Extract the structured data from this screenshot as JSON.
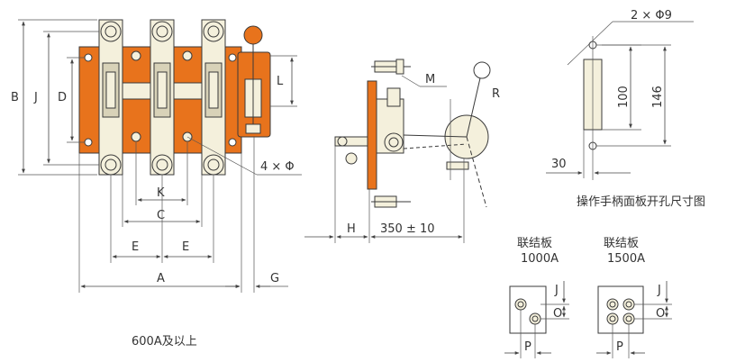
{
  "colors": {
    "orange_plate": "#e8731c",
    "part_fill": "#f4f0dc",
    "line": "#3a3a3a",
    "text": "#333333"
  },
  "front_view": {
    "dimension_labels": {
      "B": "B",
      "J": "J",
      "D": "D",
      "L": "L",
      "K": "K",
      "C": "C",
      "E_left": "E",
      "E_right": "E",
      "A": "A",
      "G": "G",
      "holes": "4 × Φ"
    },
    "caption": "600A及以上"
  },
  "side_view": {
    "dimension_labels": {
      "M": "M",
      "R": "R",
      "H": "H",
      "travel": "350 ± 10"
    }
  },
  "panel_cutout": {
    "hole_label": "2 × Φ9",
    "dim_100": "100",
    "dim_146": "146",
    "dim_30": "30",
    "caption": "操作手柄面板开孔尺寸图"
  },
  "link_plates": [
    {
      "title_line1": "联结板",
      "title_line2": "1000A",
      "dim_J": "J",
      "dim_O": "O",
      "dim_P": "P"
    },
    {
      "title_line1": "联结板",
      "title_line2": "1500A",
      "dim_J": "J",
      "dim_O": "O",
      "dim_P": "P"
    }
  ]
}
